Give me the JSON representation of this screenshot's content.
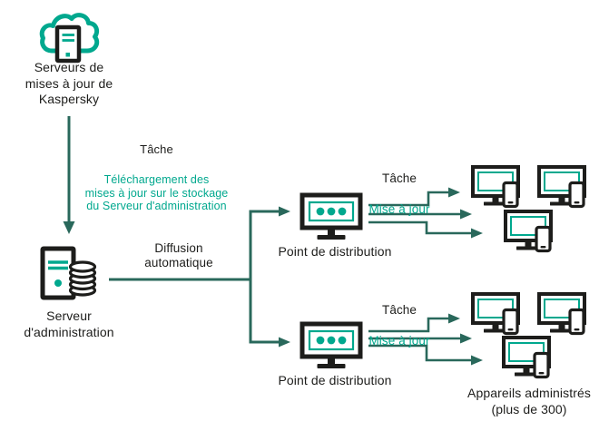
{
  "colors": {
    "teal": "#00a88e",
    "dark_teal": "#29685b",
    "ink": "#1d1d1b",
    "bg": "#ffffff"
  },
  "nodes": {
    "kaspersky_update_servers": {
      "label": "Serveurs de\nmises à jour de\nKaspersky"
    },
    "admin_server": {
      "label": "Serveur\nd'administration"
    },
    "distribution_point_1": {
      "label": "Point de distribution"
    },
    "distribution_point_2": {
      "label": "Point de distribution"
    },
    "managed_devices": {
      "label": "Appareils administrés\n(plus de 300)"
    }
  },
  "edges": {
    "download_task": {
      "title": "Tâche",
      "detail": "Téléchargement des\nmises à jour sur le stockage\ndu Serveur d'administration"
    },
    "auto_distribution": {
      "label": "Diffusion\nautomatique"
    },
    "update_task_1": {
      "title": "Tâche",
      "detail": "Mise à jour"
    },
    "update_task_2": {
      "title": "Tâche",
      "detail": "Mise à jour"
    }
  },
  "icons": {
    "kaspersky_update_servers": "cloud-with-server-icon",
    "admin_server": "server-tower-with-database-icon",
    "distribution_point": "monitor-with-dots-icon",
    "managed_device": "monitor-with-phone-icon",
    "connectors": "arrow-lines"
  }
}
